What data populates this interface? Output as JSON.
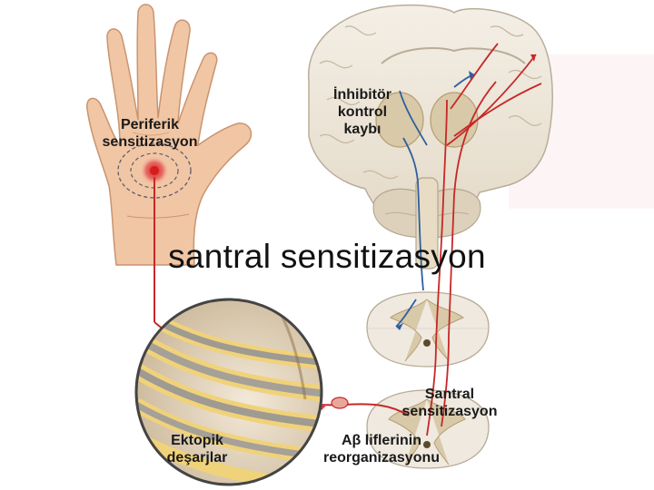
{
  "title": "santral sensitizasyon",
  "labels": {
    "peripheral": [
      "Periferik",
      "sensitizasyon"
    ],
    "inhibitory": [
      "İnhibitör",
      "kontrol",
      "kaybı"
    ],
    "central": [
      "Santral",
      "sensitizasyon"
    ],
    "ectopic": [
      "Ektopik",
      "deşarjlar"
    ],
    "abeta": [
      "Aβ liflerinin",
      "reorganizasyonu"
    ]
  },
  "colors": {
    "nerve": "#c62828",
    "inhibitory_fiber": "#2f5e9e",
    "skin": "#f1c6a4",
    "brain": "#ece4d6",
    "gray_matter": "#d8c9a8"
  }
}
